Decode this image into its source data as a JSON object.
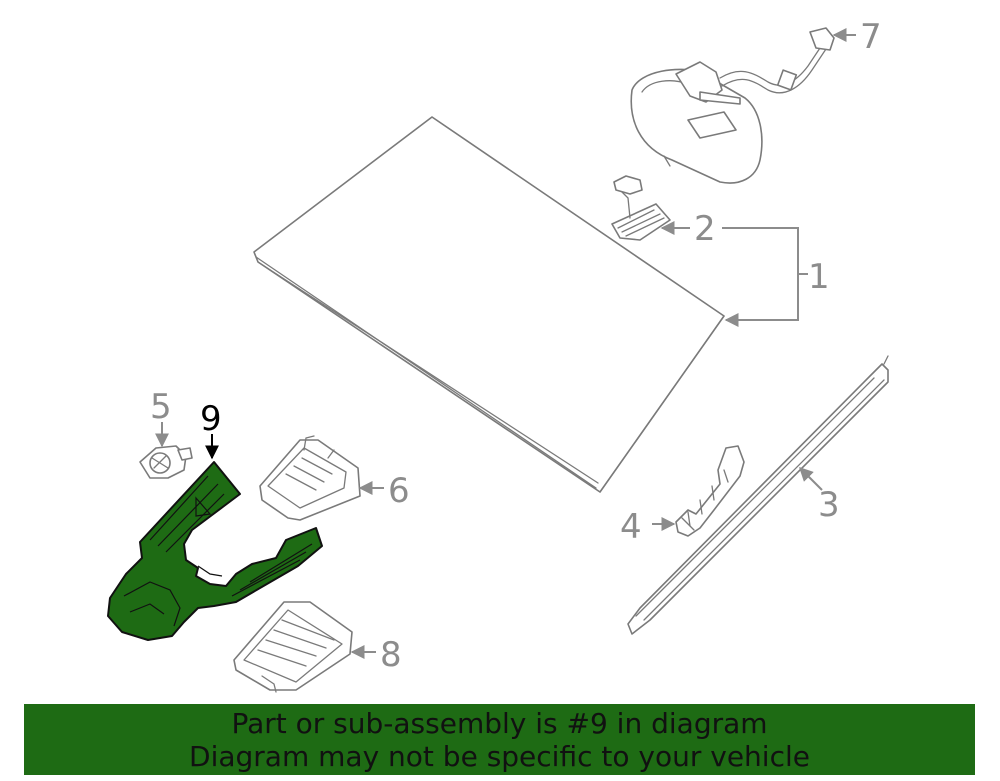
{
  "diagram": {
    "highlight_color": "#1e6b14",
    "callouts": [
      {
        "label": "1",
        "part": "windshield-assembly"
      },
      {
        "label": "2",
        "part": "rain-sensor"
      },
      {
        "label": "3",
        "part": "windshield-side-molding"
      },
      {
        "label": "4",
        "part": "molding-clip"
      },
      {
        "label": "5",
        "part": "camera-fastener"
      },
      {
        "label": "6",
        "part": "camera-module"
      },
      {
        "label": "7",
        "part": "rear-view-mirror"
      },
      {
        "label": "8",
        "part": "camera-bracket"
      },
      {
        "label": "9",
        "part": "camera-cover"
      }
    ],
    "highlighted_label": "9"
  },
  "banner": {
    "line1": "Part or sub-assembly is #9 in diagram",
    "line2": "Diagram may not be specific to your vehicle",
    "background": "#1e6b14",
    "text_color": "#111111"
  }
}
